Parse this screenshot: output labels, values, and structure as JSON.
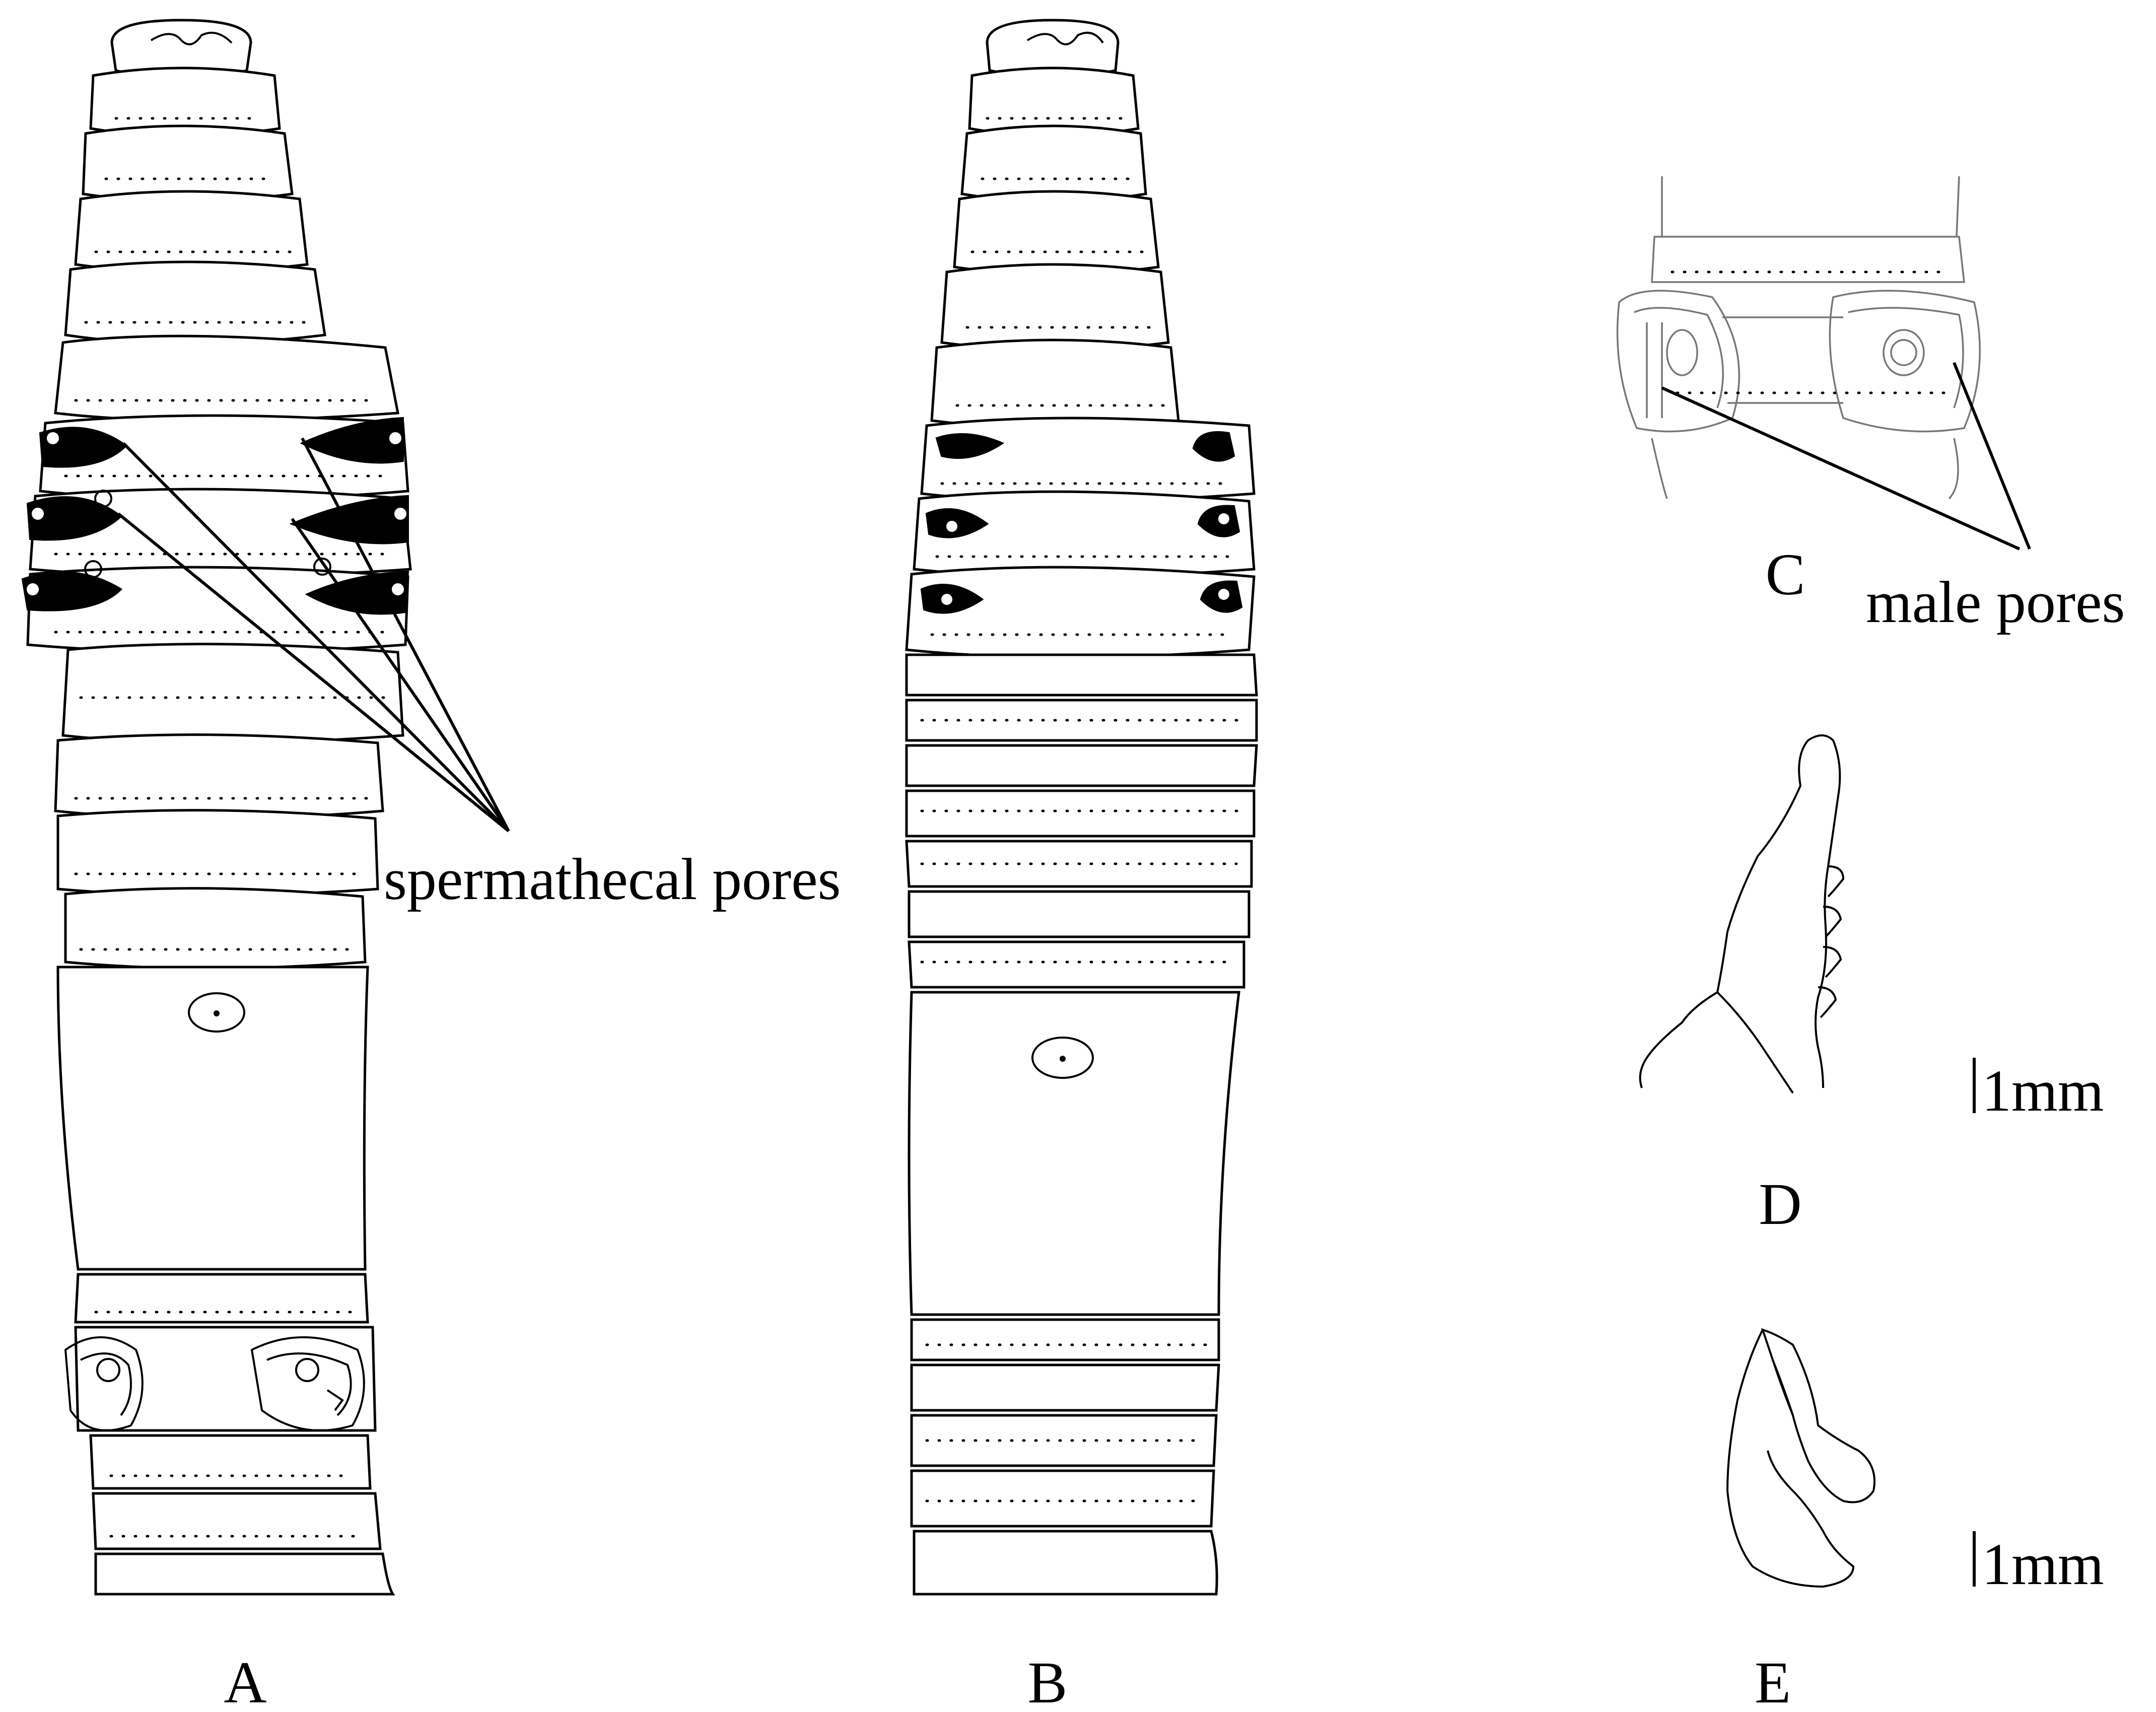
{
  "panels": {
    "a": {
      "label": "A"
    },
    "b": {
      "label": "B"
    },
    "c": {
      "label": "C"
    },
    "d": {
      "label": "D"
    },
    "e": {
      "label": "E"
    }
  },
  "annotations": {
    "spermathecal": "spermathecal pores",
    "male": "male pores"
  },
  "scale_bars": {
    "d": "1mm",
    "e": "1mm"
  },
  "colors": {
    "line": "#000000",
    "background": "#ffffff",
    "faint_line": "#777777"
  }
}
